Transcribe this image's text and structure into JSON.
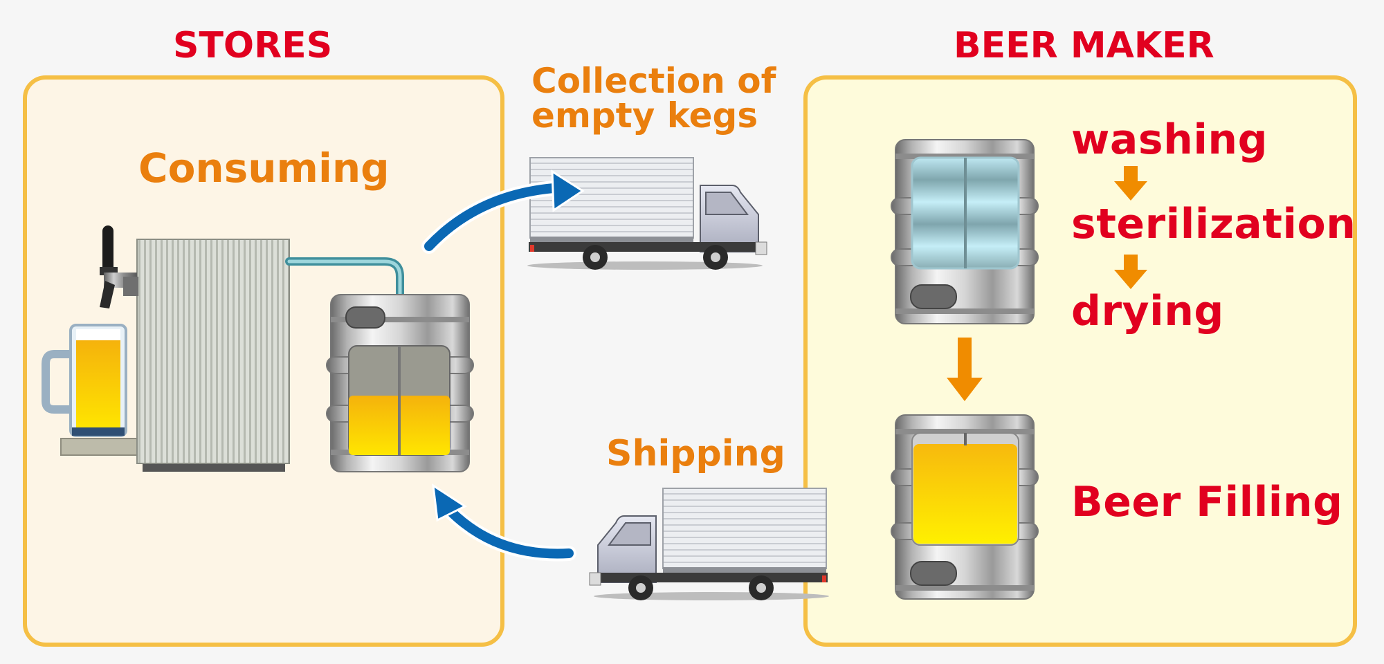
{
  "headers": {
    "stores": "STORES",
    "beer_maker": "BEER MAKER"
  },
  "stores": {
    "consuming": "Consuming"
  },
  "transport": {
    "collection_line1": "Collection of",
    "collection_line2": "empty kegs",
    "shipping": "Shipping"
  },
  "beer_maker": {
    "steps": [
      "washing",
      "sterilization",
      "drying"
    ],
    "filling": "Beer Filling"
  },
  "colors": {
    "heading_red": "#e1001f",
    "label_orange": "#ea7f0e",
    "arrow_blue": "#0a68b4",
    "step_arrow_orange": "#f08c00",
    "panel_border": "#f5bf45",
    "stores_panel_fill": "#fdf5e6",
    "maker_panel_fill": "#fefbdb",
    "beer_yellow": "#f5c10e"
  },
  "icons": [
    "truck-icon",
    "keg-icon",
    "beer-server-icon",
    "beer-mug-icon",
    "tap-icon"
  ]
}
